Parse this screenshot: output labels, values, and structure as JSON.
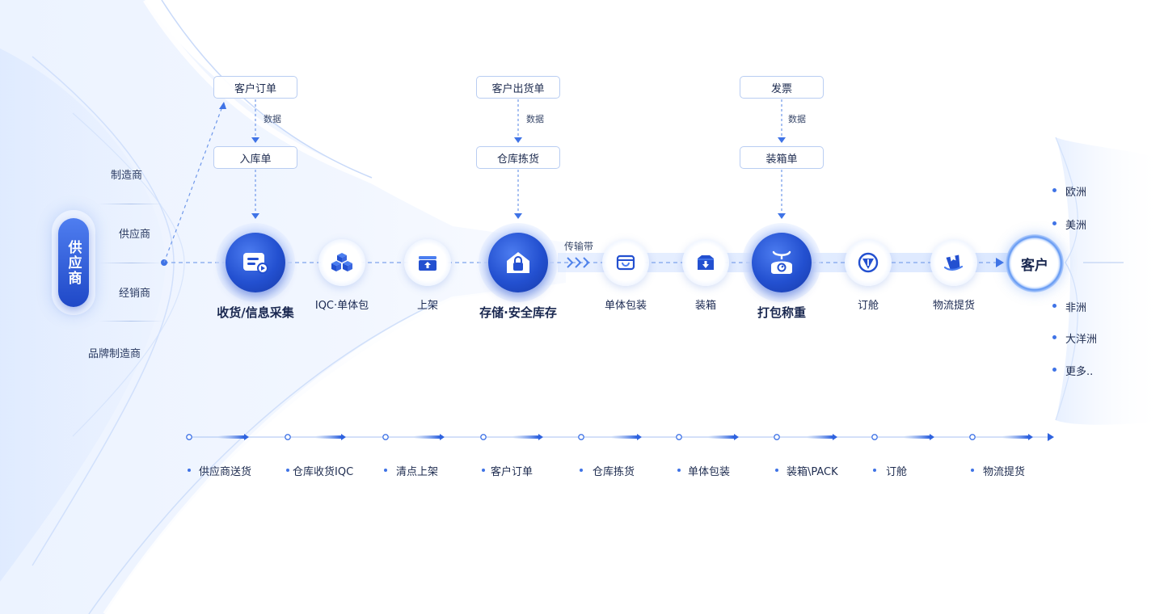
{
  "supplier": {
    "title": "供应商",
    "types": [
      "制造商",
      "供应商",
      "经销商",
      "品牌制造商"
    ]
  },
  "docs": {
    "receiving": {
      "order": "客户订单",
      "data_label": "数据",
      "inbound": "入库单"
    },
    "storage": {
      "order": "客户出货单",
      "data_label": "数据",
      "picking": "仓库拣货"
    },
    "packing": {
      "order": "发票",
      "data_label": "数据",
      "packing_list": "装箱单"
    }
  },
  "conveyor_label": "传输带",
  "process": [
    {
      "label": "收货/信息采集",
      "icon": "form-scan-icon",
      "major": true
    },
    {
      "label": "IQC·单体包",
      "icon": "boxes-icon",
      "major": false
    },
    {
      "label": "上架",
      "icon": "shelf-upload-icon",
      "major": false
    },
    {
      "label": "存储·安全库存",
      "icon": "warehouse-lock-icon",
      "major": true
    },
    {
      "label": "单体包装",
      "icon": "package-icon",
      "major": false
    },
    {
      "label": "装箱",
      "icon": "box-down-icon",
      "major": false
    },
    {
      "label": "打包称重",
      "icon": "scale-icon",
      "major": true
    },
    {
      "label": "订舱",
      "icon": "ship-icon",
      "major": false
    },
    {
      "label": "物流提货",
      "icon": "delivery-bag-icon",
      "major": false
    }
  ],
  "customer": {
    "label": "客户",
    "regions": [
      "欧洲",
      "美洲",
      "非洲",
      "大洋洲",
      "更多.."
    ]
  },
  "timeline": [
    "供应商送货",
    "仓库收货IQC",
    "清点上架",
    "客户订单",
    "仓库拣货",
    "单体包装",
    "装箱\\PACK",
    "订舱",
    "物流提货"
  ],
  "colors": {
    "primary": "#2350d0",
    "accent": "#3f73e6",
    "line": "#7ea3ec",
    "flow_fill": "#dbe7ff"
  }
}
